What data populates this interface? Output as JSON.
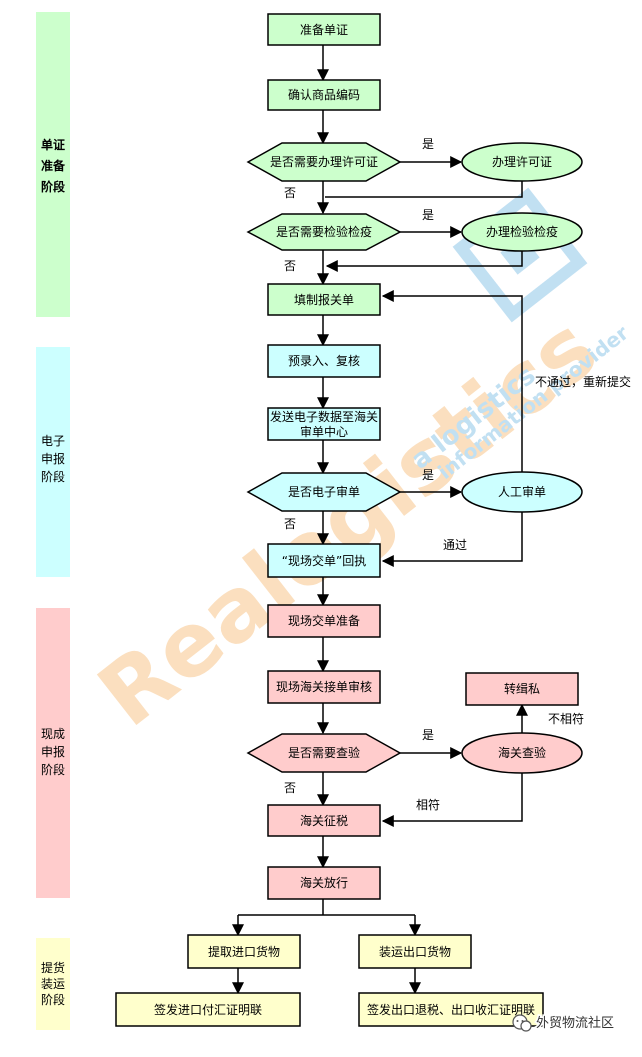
{
  "colors": {
    "green_fill": "#ccffcc",
    "green_band": "#ccffcc",
    "cyan_fill": "#ccffff",
    "cyan_band": "#ccffff",
    "pink_fill": "#ffcccc",
    "pink_band": "#ffcccc",
    "yellow_fill": "#ffffcc",
    "yellow_band": "#ffffcc",
    "stroke": "#000000",
    "watermark_orange": "#f7c58a",
    "watermark_blue": "#8fc6e8"
  },
  "stages": {
    "prep": [
      "单证",
      "准备",
      "阶段"
    ],
    "electronic": [
      "电子",
      "申报",
      "阶段"
    ],
    "onsite": [
      "现成",
      "申报",
      "阶段"
    ],
    "shipping": [
      "提货",
      "装运",
      "阶段"
    ]
  },
  "nodes": {
    "prepare_docs": "准备单证",
    "confirm_code": "确认商品编码",
    "need_permit": "是否需要办理许可证",
    "handle_permit": "办理许可证",
    "need_inspection": "是否需要检验检疫",
    "handle_inspection": "办理检验检疫",
    "fill_declaration": "填制报关单",
    "pre_entry": "预录入、复核",
    "send_data_1": "发送电子数据至海关",
    "send_data_2": "审单中心",
    "electronic_review": "是否电子审单",
    "manual_review": "人工审单",
    "receipt": "“现场交单”回执",
    "onsite_prep": "现场交单准备",
    "onsite_review": "现场海关接单审核",
    "need_check": "是否需要查验",
    "customs_check": "海关查验",
    "to_smuggling": "转缉私",
    "customs_tax": "海关征税",
    "customs_release": "海关放行",
    "pickup_import": "提取进口货物",
    "ship_export": "装运出口货物",
    "import_cert": "签发进口付汇证明联",
    "export_cert": "签发出口退税、出口收汇证明联"
  },
  "edge_labels": {
    "yes1": "是",
    "no1": "否",
    "yes2": "是",
    "no2": "否",
    "reject": "不通过，重新提交",
    "yes3": "是",
    "no3": "否",
    "pass": "通过",
    "yes4": "是",
    "no4": "否",
    "mismatch": "不相符",
    "match": "相符"
  },
  "watermark": {
    "brand": "Realogistics",
    "tagline_1": "a logistics",
    "tagline_2": "information provider"
  },
  "footer": {
    "source": "外贸物流社区"
  }
}
